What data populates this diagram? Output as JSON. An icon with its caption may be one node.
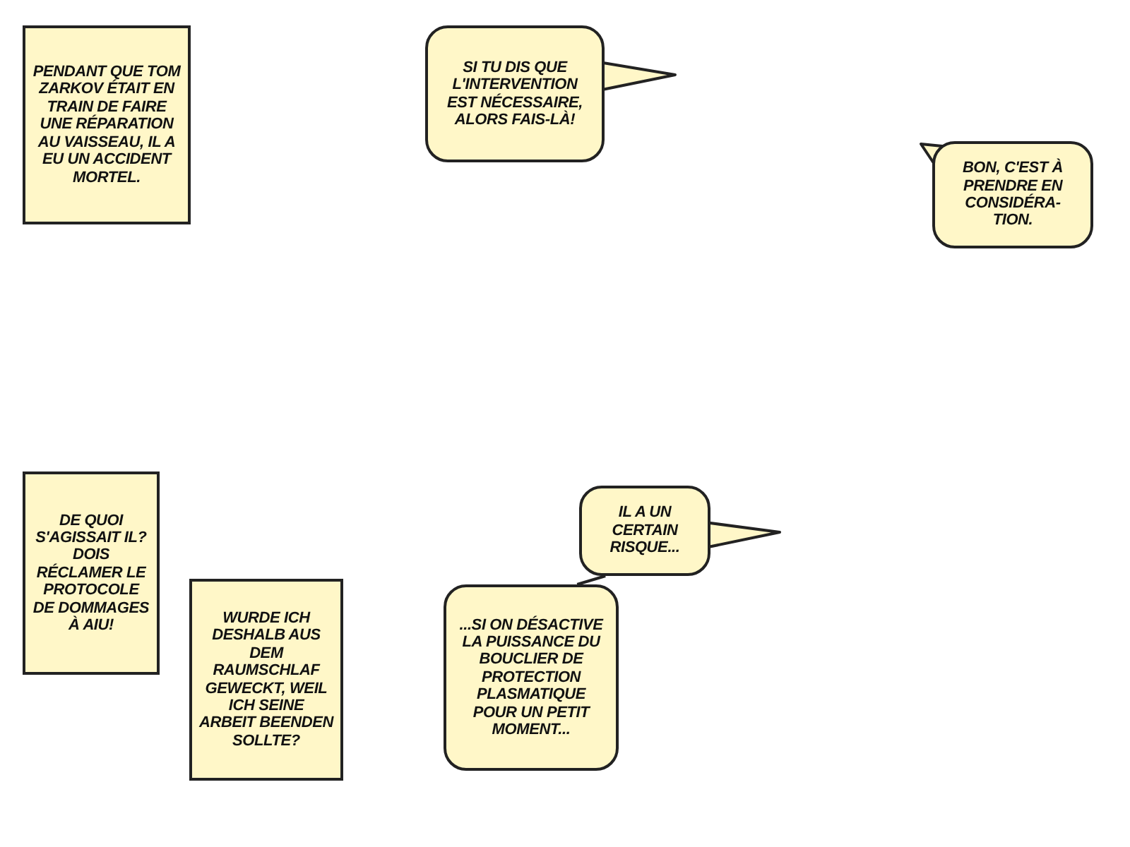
{
  "diagram": {
    "nodes": [
      {
        "text": [
          "PENDANT QUE TOM ZARKOV ÉTAIT EN TRAIN DE FAIRE UNE RÉPARATION AU VAISSEAU, IL A EU UN ACCIDENT MORTEL."
        ]
      },
      {
        "text": [
          "SI TU DIS QUE L'INTERVENTION EST NÉCESSAIRE, ALORS FAIS-LÀ!"
        ]
      },
      {
        "text": [
          "BON, C'EST À PRENDRE EN CONSIDÉRA- TION."
        ]
      },
      {
        "text": [
          "DE QUOI S'AGISSAIT IL? DOIS RÉCLAMER LE PROTOCOLE DE DOMMAGES À AIU!"
        ]
      },
      {
        "text": [
          "WURDE ICH DESHALB AUS DEM RAUMSCHLAF GEWECKT, WEIL ICH SEINE ARBEIT BEENDEN SOLLTE?"
        ]
      },
      {
        "text": [
          "IL A UN CERTAIN RISQUE..."
        ]
      },
      {
        "text": [
          "...SI ON DÉSACTIVE LA PUISSANCE DU BOUCLIER DE PROTECTION PLASMATIQUE POUR UN PETIT MOMENT..."
        ]
      }
    ],
    "edges": [
      {
        "from": 5,
        "to": 6,
        "arrow": "none"
      }
    ]
  }
}
